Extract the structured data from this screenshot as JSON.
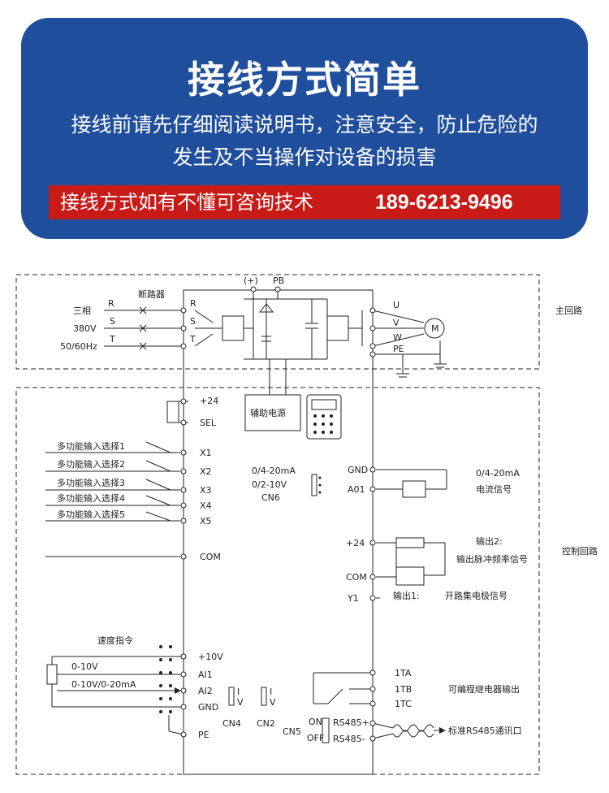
{
  "banner": {
    "title": "接线方式简单",
    "line1": "接线前请先仔细阅读说明书，注意安全，防止危险的",
    "line2": "发生及不当操作对设备的损害",
    "notice": "接线方式如有不懂可咨询技术",
    "phone": "189-6213-9496"
  },
  "main": {
    "breaker": "断路器",
    "phase": "三相",
    "voltage": "380V",
    "freq": "50/60Hz",
    "r": "R",
    "s": "S",
    "t": "T",
    "pos": "(+)",
    "pb": "PB",
    "u": "U",
    "v": "V",
    "w": "W",
    "pe": "PE",
    "motor": "M",
    "label": "主回路"
  },
  "control": {
    "plus24": "+24",
    "sel": "SEL",
    "aux": "辅助电源",
    "inputs": [
      "多功能输入选择1",
      "多功能输入选择2",
      "多功能输入选择3",
      "多功能输入选择4",
      "多功能输入选择5"
    ],
    "x": [
      "X1",
      "X2",
      "X3",
      "X4",
      "X5"
    ],
    "com": "COM",
    "cn6_1": "0/4-20mA",
    "cn6_2": "0/2-10V",
    "cn6": "CN6",
    "gnd": "GND",
    "a01": "A01",
    "out1a": "0/4-20mA",
    "out1b": "电流信号",
    "plus24r": "+24",
    "out2a": "输出2:",
    "out2b": "输出脉冲频率信号",
    "com_r": "COM",
    "y1": "Y1",
    "out3a": "输出1:",
    "out3b": "开路集电极信号",
    "label": "控制回路",
    "speed": "速度指令",
    "v010": "0-10V",
    "v020": "0-10V/0-20mA",
    "p10v": "+10V",
    "ai1": "AI1",
    "ai2": "AI2",
    "gnd2": "GND",
    "pe": "PE",
    "i": "I",
    "vv": "V",
    "cn4": "CN4",
    "cn2": "CN2",
    "cn5": "CN5",
    "on": "ON",
    "off": "OFF",
    "rs485p": "RS485+",
    "rs485m": "RS485-",
    "ta": "1TA",
    "tb": "1TB",
    "tc": "1TC",
    "relay": "可编程继电器输出",
    "rs485port": "标准RS485通讯口"
  }
}
